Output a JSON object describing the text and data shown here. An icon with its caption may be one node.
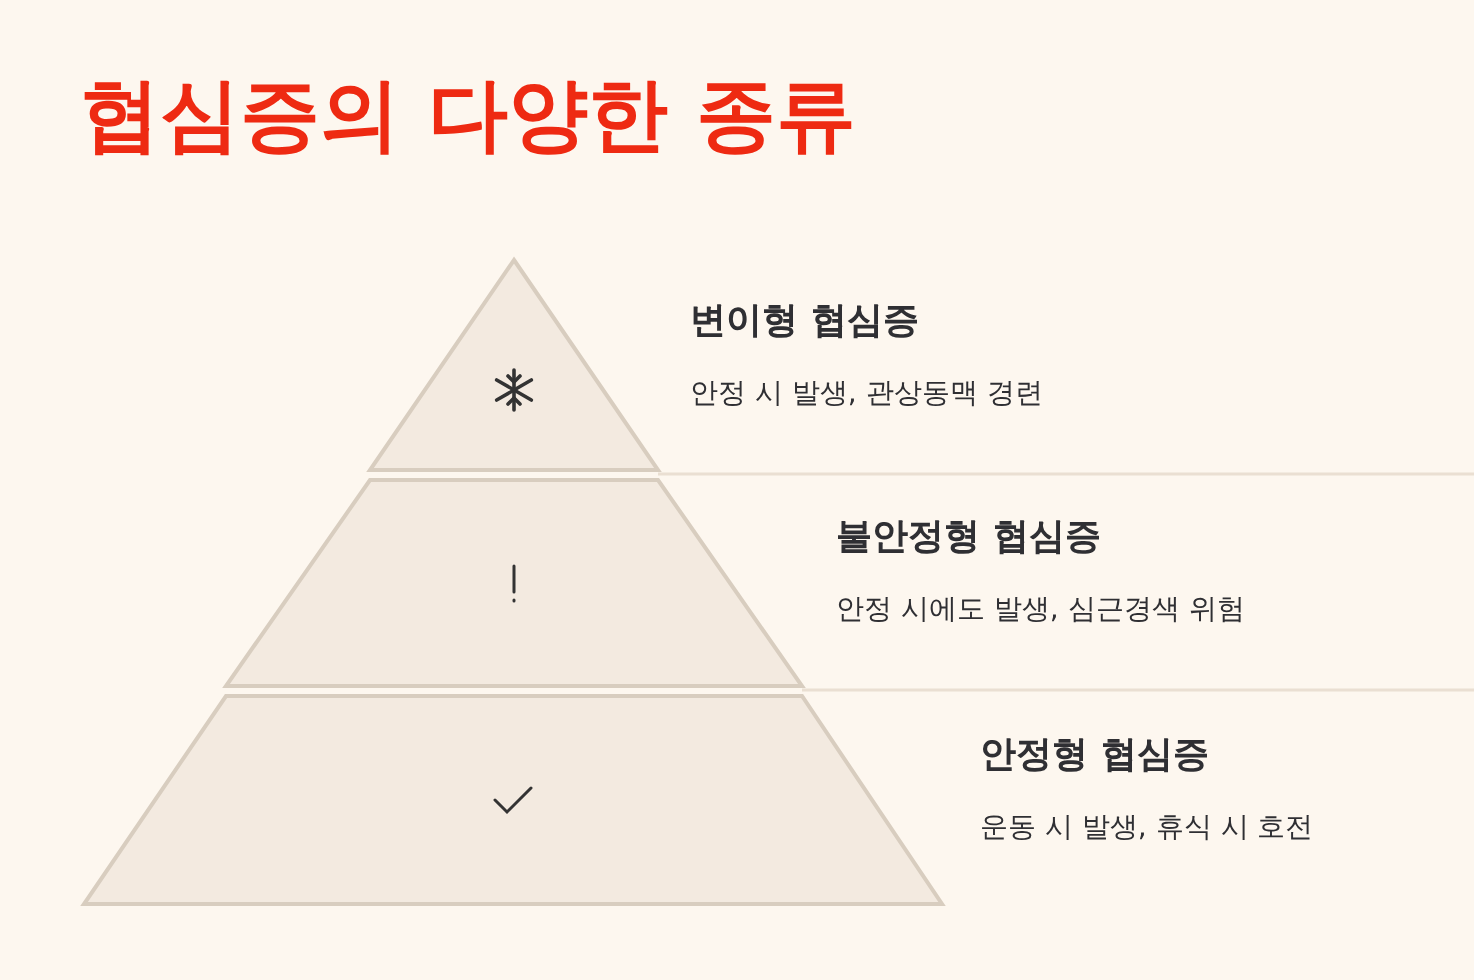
{
  "diagram": {
    "title": "협심증의 다양한 종류",
    "nodes": [
      {
        "text": [],
        "shape": "triangle",
        "beside": [
          "변이형 협심증",
          "안정 시 발생, 관상동맥 경련"
        ]
      },
      {
        "text": [],
        "shape": "trapezoid",
        "beside": [
          "불안정형 협심증",
          "안정 시에도 발생, 심근경색 위험"
        ]
      },
      {
        "text": [],
        "shape": "trapezoid",
        "beside": [
          "안정형 협심증",
          "운동 시 발생, 휴식 시 호전"
        ]
      }
    ]
  }
}
